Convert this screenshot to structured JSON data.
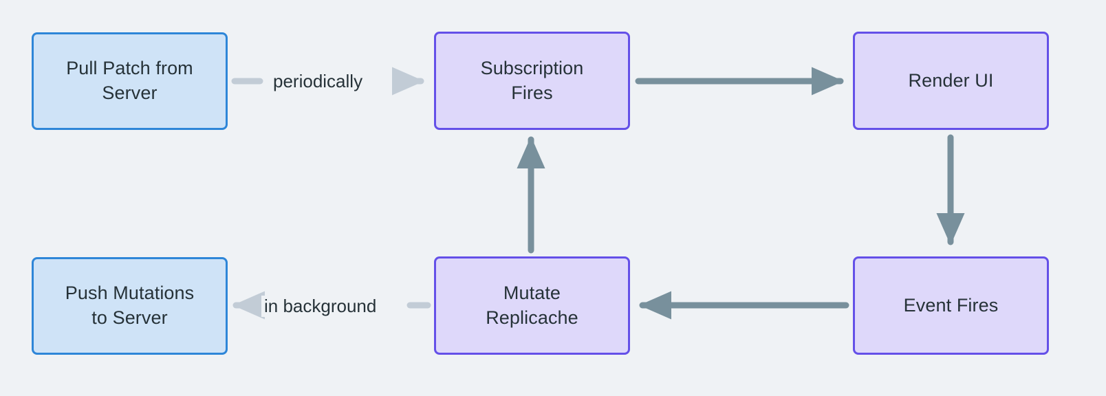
{
  "diagram": {
    "type": "flowchart",
    "background_color": "#eff2f5",
    "text_color": "#263238",
    "nodes": [
      {
        "id": "pull",
        "label": "Pull Patch from\nServer",
        "style": "blue",
        "fill": "#cfe3f7",
        "stroke": "#2e86d8"
      },
      {
        "id": "sub",
        "label": "Subscription\nFires",
        "style": "purple",
        "fill": "#ded8fa",
        "stroke": "#6450e8"
      },
      {
        "id": "render",
        "label": "Render UI",
        "style": "purple",
        "fill": "#ded8fa",
        "stroke": "#6450e8"
      },
      {
        "id": "push",
        "label": "Push Mutations\nto Server",
        "style": "blue",
        "fill": "#cfe3f7",
        "stroke": "#2e86d8"
      },
      {
        "id": "mutate",
        "label": "Mutate\nReplicache",
        "style": "purple",
        "fill": "#ded8fa",
        "stroke": "#6450e8"
      },
      {
        "id": "event",
        "label": "Event Fires",
        "style": "purple",
        "fill": "#ded8fa",
        "stroke": "#6450e8"
      }
    ],
    "edges": [
      {
        "id": "pull-sub",
        "from": "pull",
        "to": "sub",
        "label": "periodically",
        "direction": "right",
        "color": "#c2ccd6"
      },
      {
        "id": "sub-render",
        "from": "sub",
        "to": "render",
        "label": "",
        "direction": "right",
        "color": "#78909c"
      },
      {
        "id": "render-event",
        "from": "render",
        "to": "event",
        "label": "",
        "direction": "down",
        "color": "#78909c"
      },
      {
        "id": "event-mutate",
        "from": "event",
        "to": "mutate",
        "label": "",
        "direction": "left",
        "color": "#78909c"
      },
      {
        "id": "mutate-push",
        "from": "mutate",
        "to": "push",
        "label": "in background",
        "direction": "left",
        "color": "#c2ccd6"
      },
      {
        "id": "mutate-sub",
        "from": "mutate",
        "to": "sub",
        "label": "",
        "direction": "up",
        "color": "#78909c"
      }
    ]
  }
}
